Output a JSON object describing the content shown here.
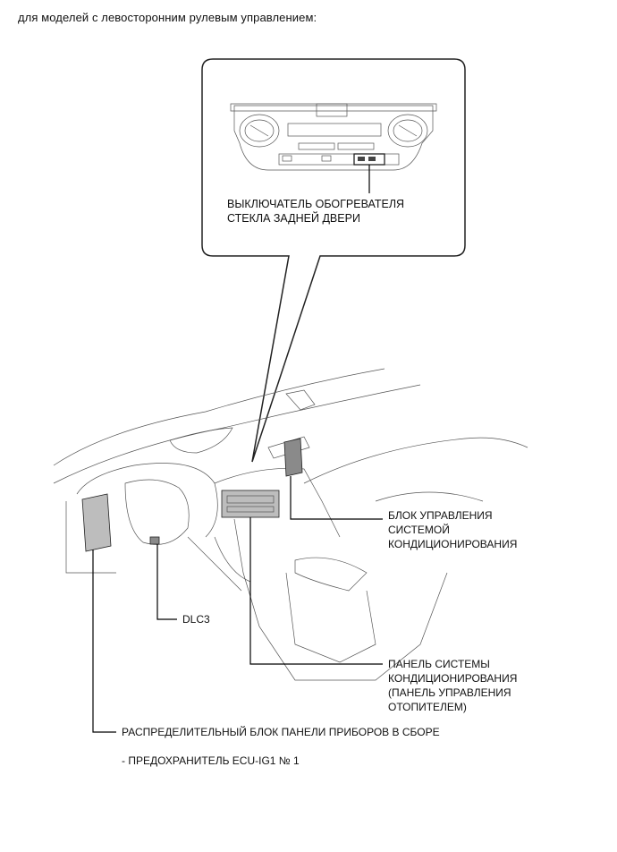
{
  "header": {
    "text": "для моделей с левосторонним рулевым управлением:"
  },
  "callout": {
    "label_line1": "ВЫКЛЮЧАТЕЛЬ ОБОГРЕВАТЕЛЯ",
    "label_line2": "СТЕКЛА ЗАДНЕЙ ДВЕРИ"
  },
  "labels": {
    "ac_ecu_line1": "БЛОК УПРАВЛЕНИЯ",
    "ac_ecu_line2": "СИСТЕМОЙ",
    "ac_ecu_line3": "КОНДИЦИОНИРОВАНИЯ",
    "dlc3": "DLC3",
    "ac_panel_line1": "ПАНЕЛЬ СИСТЕМЫ",
    "ac_panel_line2": "КОНДИЦИОНИРОВАНИЯ",
    "ac_panel_line3": "(ПАНЕЛЬ УПРАВЛЕНИЯ",
    "ac_panel_line4": "ОТОПИТЕЛЕМ)",
    "junction_block": "РАСПРЕДЕЛИТЕЛЬНЫЙ БЛОК ПАНЕЛИ ПРИБОРОВ В СБОРЕ",
    "fuse": "- ПРЕДОХРАНИТЕЛЬ ECU-IG1 № 1"
  }
}
